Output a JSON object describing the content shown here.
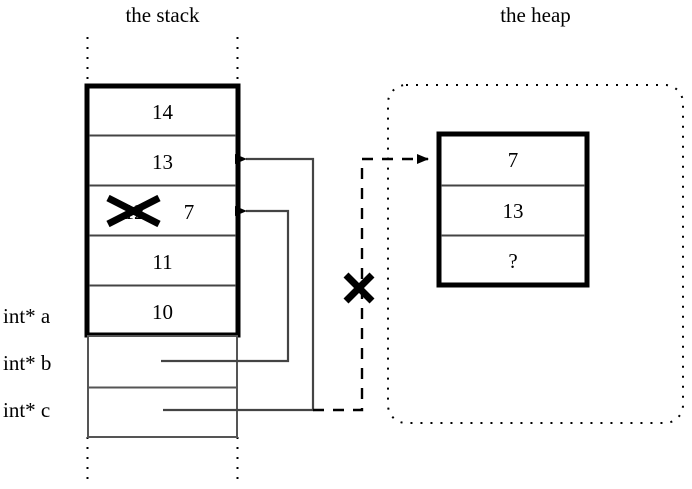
{
  "titles": {
    "stack": "the stack",
    "heap": "the heap"
  },
  "stack": {
    "cells": [
      {
        "value": "14",
        "struck": false,
        "extra": ""
      },
      {
        "value": "13",
        "struck": false,
        "extra": ""
      },
      {
        "value": "12",
        "struck": true,
        "extra": "7"
      },
      {
        "value": "11",
        "struck": false,
        "extra": ""
      },
      {
        "value": "10",
        "struck": false,
        "extra": ""
      }
    ],
    "pointer_vars": [
      {
        "label": "int* a",
        "value": ""
      },
      {
        "label": "int* b",
        "value": ""
      },
      {
        "label": "int* c",
        "value": ""
      }
    ]
  },
  "heap": {
    "cells": [
      {
        "value": "7"
      },
      {
        "value": "13"
      },
      {
        "value": "?"
      }
    ]
  },
  "marks": {
    "invalidated_pointer": "✕",
    "struck_value": "✕"
  },
  "colors": {
    "ink": "#000000",
    "thin_rule": "#555555",
    "background": "#ffffff"
  }
}
